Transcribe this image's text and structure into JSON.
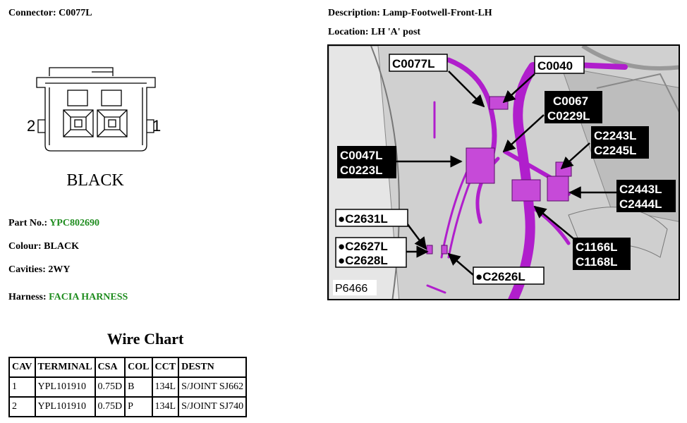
{
  "connector": {
    "label": "Connector:",
    "value": "C0077L"
  },
  "description": {
    "label": "Description:",
    "value": "Lamp-Footwell-Front-LH"
  },
  "location": {
    "label": "Location:",
    "value": "LH 'A' post"
  },
  "drawing": {
    "pin_left": "2",
    "pin_right": "1",
    "color_caption": "BLACK"
  },
  "part_no": {
    "label": "Part No.:",
    "value": "YPC802690"
  },
  "colour": {
    "label": "Colour:",
    "value": "BLACK"
  },
  "cavities": {
    "label": "Cavities:",
    "value": "2WY"
  },
  "harness": {
    "label": "Harness:",
    "value": "FACIA HARNESS"
  },
  "wire_chart": {
    "title": "Wire Chart",
    "headers": [
      "CAV",
      "TERMINAL",
      "CSA",
      "COL",
      "CCT",
      "DESTN"
    ],
    "rows": [
      [
        "1",
        "YPL101910",
        "0.75D",
        "B",
        "134L",
        "S/JOINT SJ662"
      ],
      [
        "2",
        "YPL101910",
        "0.75D",
        "P",
        "134L",
        "S/JOINT SJ740"
      ]
    ]
  },
  "photo": {
    "figure_id": "P6466",
    "callouts": {
      "c0077l": "C0077L",
      "c0040": "C0040",
      "c0067": "C0067",
      "c0229l": "C0229L",
      "c2243l": "C2243L",
      "c2245l": "C2245L",
      "c0047l": "C0047L",
      "c0223l": "C0223L",
      "c2443l": "C2443L",
      "c2444l": "C2444L",
      "c2631l": "●C2631L",
      "c2627l": "●C2627L",
      "c2628l": "●C2628L",
      "c1166l": "C1166L",
      "c1168l": "C1168L",
      "c2626l": "●C2626L"
    }
  },
  "colors": {
    "harness": "#b01ecc",
    "harness_text": "#1e8c1e",
    "callout_bg": "#000000",
    "photo_bg": "#d4d4d4"
  }
}
